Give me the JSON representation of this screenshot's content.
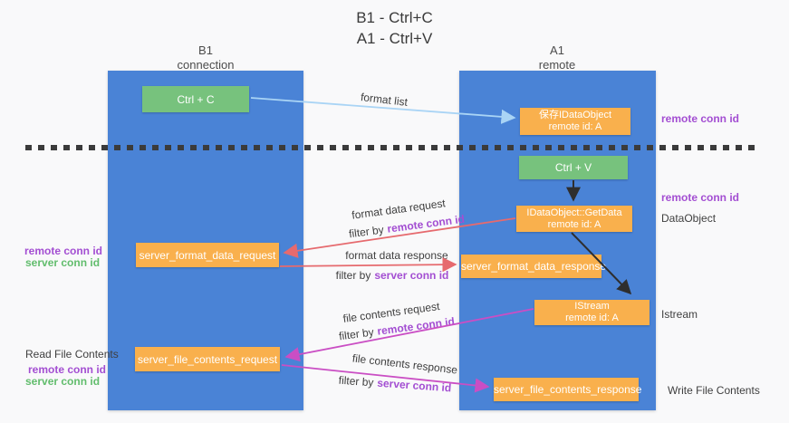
{
  "title": {
    "line1": "B1 - Ctrl+C",
    "line2": "A1 - Ctrl+V"
  },
  "lanes": {
    "left": {
      "name": "B1",
      "role": "connection"
    },
    "right": {
      "name": "A1",
      "role": "remote"
    }
  },
  "boxes": {
    "ctrl_c": "Ctrl + C",
    "ctrl_v": "Ctrl + V",
    "save_dataobject": {
      "line1": "保存IDataObject",
      "line2": "remote id: A"
    },
    "getdata": {
      "line1": "IDataObject::GetData",
      "line2": "remote id: A"
    },
    "istream": {
      "line1": "IStream",
      "line2": "remote id: A"
    },
    "format_request": "server_format_data_request",
    "format_response": "server_format_data_response",
    "file_request": "server_file_contents_request",
    "file_response": "server_file_contents_response"
  },
  "flow_labels": {
    "format_list": "format list",
    "format_data_request": "format data request",
    "format_data_response": "format data response",
    "file_contents_request": "file contents request",
    "file_contents_response": "file contents response",
    "filter_by": "filter by",
    "remote_conn_id": "remote conn id",
    "server_conn_id": "server conn id"
  },
  "side_labels": {
    "remote_conn_id": "remote conn id",
    "server_conn_id": "server conn id",
    "dataobject": "DataObject",
    "istream": "Istream",
    "read_file_contents": "Read File Contents",
    "write_file_contents": "Write File Contents"
  },
  "colors": {
    "column_blue": "#4a83d6",
    "box_orange": "#f9b04d",
    "box_green": "#77c27d",
    "arrow_red": "#e66a6e",
    "arrow_magenta": "#ca4ec4",
    "arrow_blue": "#a9d4f5",
    "arrow_black": "#2e2e2e",
    "text_purple": "#a34ed2",
    "text_green": "#62bd6d"
  }
}
